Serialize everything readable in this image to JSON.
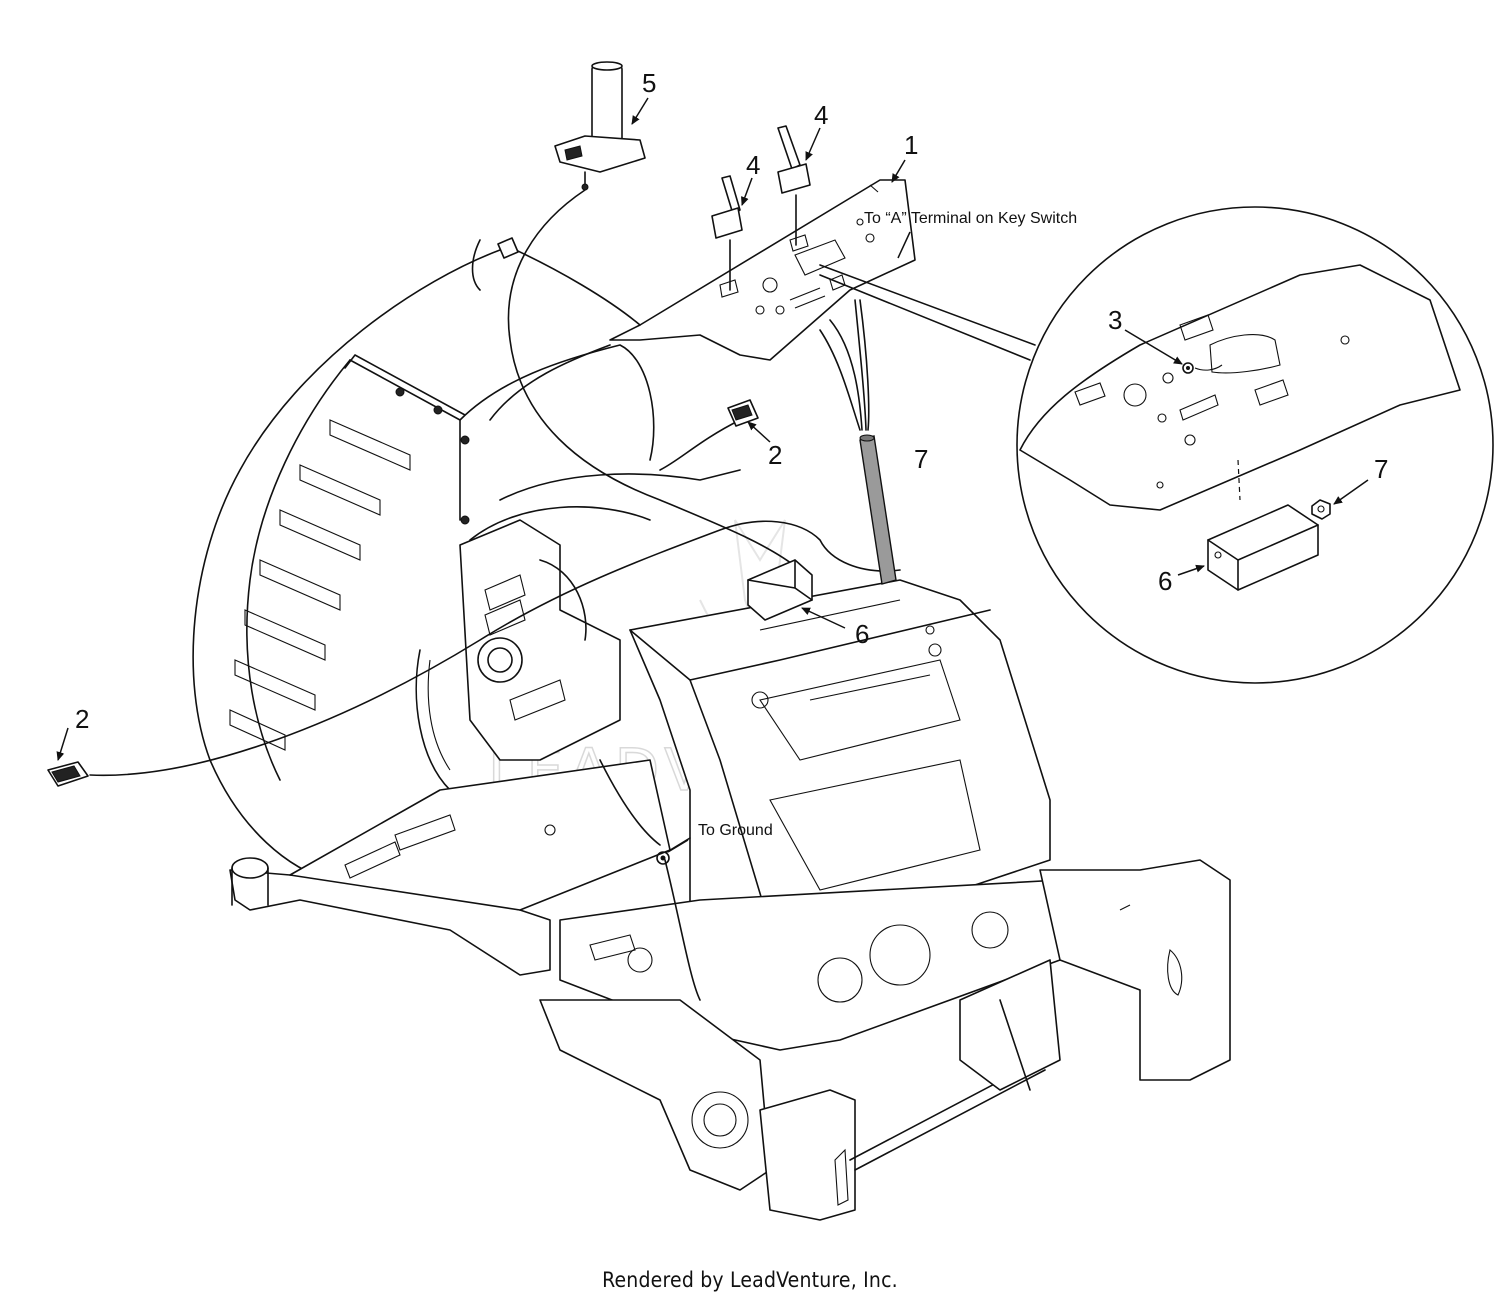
{
  "callouts": {
    "c1": "1",
    "c2a": "2",
    "c2b": "2",
    "c3": "3",
    "c4a": "4",
    "c4b": "4",
    "c5": "5",
    "c6a": "6",
    "c6b": "6",
    "c7a": "7",
    "c7b": "7"
  },
  "notes": {
    "key_switch": "To “A” Terminal on Key Switch",
    "ground": "To Ground"
  },
  "watermark": "LEADVENTURE",
  "footer": "Rendered by LeadVenture, Inc."
}
